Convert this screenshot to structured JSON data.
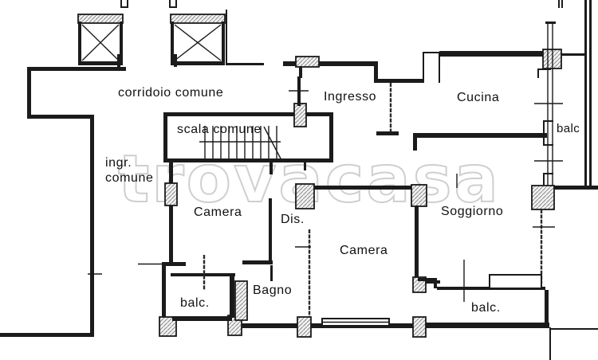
{
  "document": {
    "kind": "apartment floor plan drawing",
    "background_color": "#ffffff",
    "wall_color": "#1b1b1b",
    "watermark_color": "#cfcfcf"
  },
  "watermark": {
    "text": "trovacasa"
  },
  "labels": {
    "common_corridor": "corridoio comune",
    "common_stairs": "scala comune",
    "common_entrance_line1": "ingr.",
    "common_entrance_line2": "comune",
    "entrance_hall": "Ingresso",
    "kitchen": "Cucina",
    "balcony_right": "balc",
    "bedroom_left": "Camera",
    "hallway": "Dis.",
    "bedroom_center": "Camera",
    "living_room": "Soggiorno",
    "bathroom": "Bagno",
    "balcony_bottom_left": "balc.",
    "balcony_bottom_right": "balc."
  }
}
